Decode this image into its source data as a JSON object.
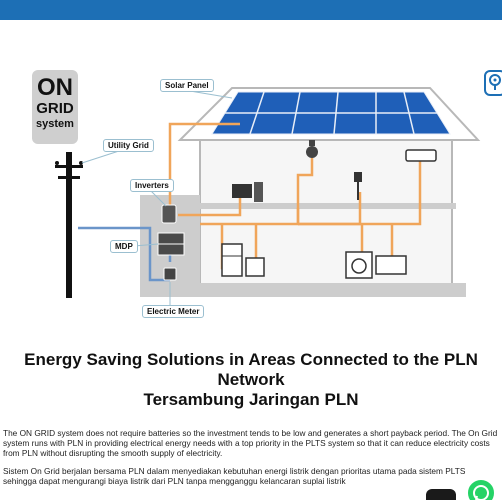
{
  "badge": {
    "on": "ON",
    "grid": "GRID",
    "system": "system"
  },
  "labels": {
    "solar_panel": "Solar Panel",
    "utility_grid": "Utility Grid",
    "inverters": "Inverters",
    "mdp": "MDP",
    "electric_meter": "Electric Meter"
  },
  "headline": {
    "line1": "Energy Saving Solutions in Areas Connected to the PLN",
    "line2": "Network",
    "line3": "Tersambung Jaringan PLN"
  },
  "paragraphs": {
    "p1": "The ON GRID system does not require batteries so the investment tends to be low and generates a short payback period. The On Grid system runs with PLN in providing electrical energy needs with a top priority in the PLTS system so that it can reduce electricity costs from PLN without disrupting the smooth supply of electricity.",
    "p2": "Sistem On Grid berjalan bersama PLN dalam menyediakan kebutuhan energi listrik dengan prioritas utama pada sistem PLTS sehingga dapat mengurangi biaya listrik dari PLN tanpa mengganggu kelancaran suplai listrik"
  },
  "colors": {
    "topbar": "#1d6fb5",
    "flow_orange": "#f0a55a",
    "flow_blue": "#6b95c9",
    "panel_blue": "#1f5fb8",
    "whatsapp": "#25d366"
  },
  "icons": {
    "help": "location-help-icon",
    "whatsapp": "whatsapp-icon",
    "chat": "chat-icon"
  }
}
